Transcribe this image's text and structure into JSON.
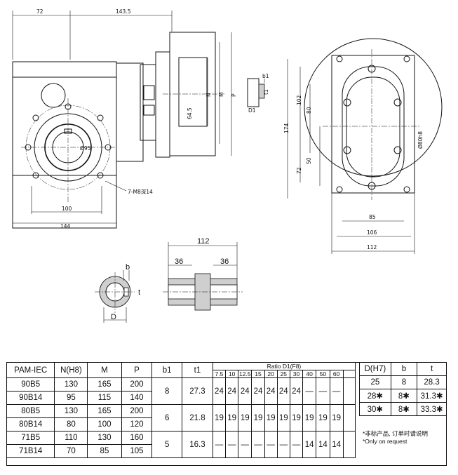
{
  "drawing": {
    "side_view": {
      "dims": {
        "d72": "72",
        "d143_5": "143.5",
        "d100": "100",
        "d144": "144",
        "d64_5": "64.5",
        "n": "N",
        "m": "M",
        "p": "P",
        "d95": "Ø95",
        "holes": "7-M8深14"
      }
    },
    "key_detail": {
      "b1": "b1",
      "t1": "t1",
      "d1": "D1"
    },
    "front_view": {
      "dims": {
        "d174": "174",
        "d102": "102",
        "d80": "80",
        "d72": "72",
        "d50": "50",
        "d85": "85",
        "d106": "106",
        "d112": "112",
        "d80h8": "Ø80h8"
      }
    },
    "shaft_section": {
      "b": "b",
      "t": "t",
      "d": "D"
    },
    "shaft_side": {
      "d112": "112",
      "d36a": "36",
      "d36b": "36"
    }
  },
  "table": {
    "headers": {
      "pam": "PAM-IEC",
      "n": "N(H8)",
      "m": "M",
      "p": "P",
      "b1": "b1",
      "t1": "t1",
      "ratio": "Ratio",
      "d1": "D1(F8)"
    },
    "ratios": [
      "7.5",
      "10",
      "12.5",
      "15",
      "20",
      "25",
      "30",
      "40",
      "50",
      "60"
    ],
    "groups": [
      {
        "b1": "8",
        "t1": "27.3",
        "rows": [
          {
            "pam": "90B5",
            "n": "130",
            "m": "165",
            "p": "200"
          },
          {
            "pam": "90B14",
            "n": "95",
            "m": "115",
            "p": "140"
          }
        ],
        "d1": [
          "24",
          "24",
          "24",
          "24",
          "24",
          "24",
          "24",
          "—",
          "—",
          "—"
        ]
      },
      {
        "b1": "6",
        "t1": "21.8",
        "rows": [
          {
            "pam": "80B5",
            "n": "130",
            "m": "165",
            "p": "200"
          },
          {
            "pam": "80B14",
            "n": "80",
            "m": "100",
            "p": "120"
          }
        ],
        "d1": [
          "19",
          "19",
          "19",
          "19",
          "19",
          "19",
          "19",
          "19",
          "19",
          "19"
        ]
      },
      {
        "b1": "5",
        "t1": "16.3",
        "rows": [
          {
            "pam": "71B5",
            "n": "110",
            "m": "130",
            "p": "160"
          },
          {
            "pam": "71B14",
            "n": "70",
            "m": "85",
            "p": "105"
          }
        ],
        "d1": [
          "—",
          "—",
          "—",
          "—",
          "—",
          "—",
          "—",
          "14",
          "14",
          "14"
        ]
      }
    ],
    "shaft_table": {
      "headers": {
        "d": "D(H7)",
        "b": "b",
        "t": "t"
      },
      "rows": [
        {
          "d": "25",
          "b": "8",
          "t": "28.3"
        },
        {
          "d": "28✱",
          "b": "8✱",
          "t": "31.3✱"
        },
        {
          "d": "30✱",
          "b": "8✱",
          "t": "33.3✱"
        }
      ]
    },
    "note_cn": "*非标产品, 订单时请说明",
    "note_en": "*Only on request"
  }
}
